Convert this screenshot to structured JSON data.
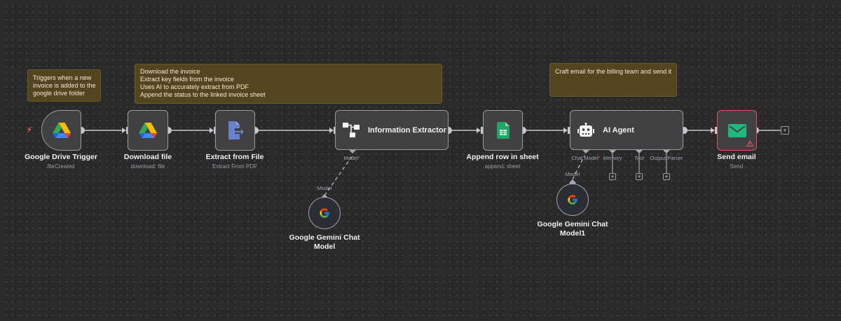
{
  "sticky_notes": [
    {
      "lines": [
        "Triggers when a new",
        "invoice is added to the",
        "google drive folder"
      ]
    },
    {
      "lines": [
        "Download the invoice",
        "Extract key fields from the invoice",
        "Uses AI to accurately extract from PDF",
        "Append the status to the linked invoice sheet"
      ]
    },
    {
      "lines": [
        "Craft email for the billing team and send it"
      ]
    }
  ],
  "nodes": {
    "drive_trigger": {
      "title": "Google Drive Trigger",
      "subtitle": "fileCreated",
      "icon": "google-drive-icon"
    },
    "download_file": {
      "title": "Download file",
      "subtitle": "download: file",
      "icon": "google-drive-icon"
    },
    "extract_file": {
      "title": "Extract from File",
      "subtitle": "Extract From PDF",
      "icon": "file-export-icon"
    },
    "info_extractor": {
      "title": "Information Extractor",
      "icon": "tree-structure-icon",
      "ports": {
        "model": "Model",
        "required": "*"
      }
    },
    "append_row": {
      "title": "Append row in sheet",
      "subtitle": "append: sheet",
      "icon": "google-sheets-icon"
    },
    "ai_agent": {
      "title": "AI Agent",
      "icon": "robot-icon",
      "ports": {
        "chat_model": "Chat Model",
        "required": "*",
        "memory": "Memory",
        "tool": "Tool",
        "output_parser": "Output Parser"
      }
    },
    "send_email": {
      "title": "Send email",
      "subtitle": "Send",
      "icon": "envelope-icon",
      "status": "warning"
    },
    "gemini_1": {
      "title_line1": "Google Gemini Chat",
      "title_line2": "Model",
      "port": "Model",
      "icon": "google-icon"
    },
    "gemini_2": {
      "title_line1": "Google Gemini Chat",
      "title_line2": "Model1",
      "port": "Model",
      "icon": "google-icon"
    }
  },
  "colors": {
    "canvas": "#2a2a2a",
    "node_bg": "#414144",
    "node_border": "#9a9aa0",
    "sticky": "#53451f",
    "error": "#d25a58",
    "email_green": "#1fb87d",
    "sheets_green": "#21a464"
  },
  "plus_label": "+"
}
